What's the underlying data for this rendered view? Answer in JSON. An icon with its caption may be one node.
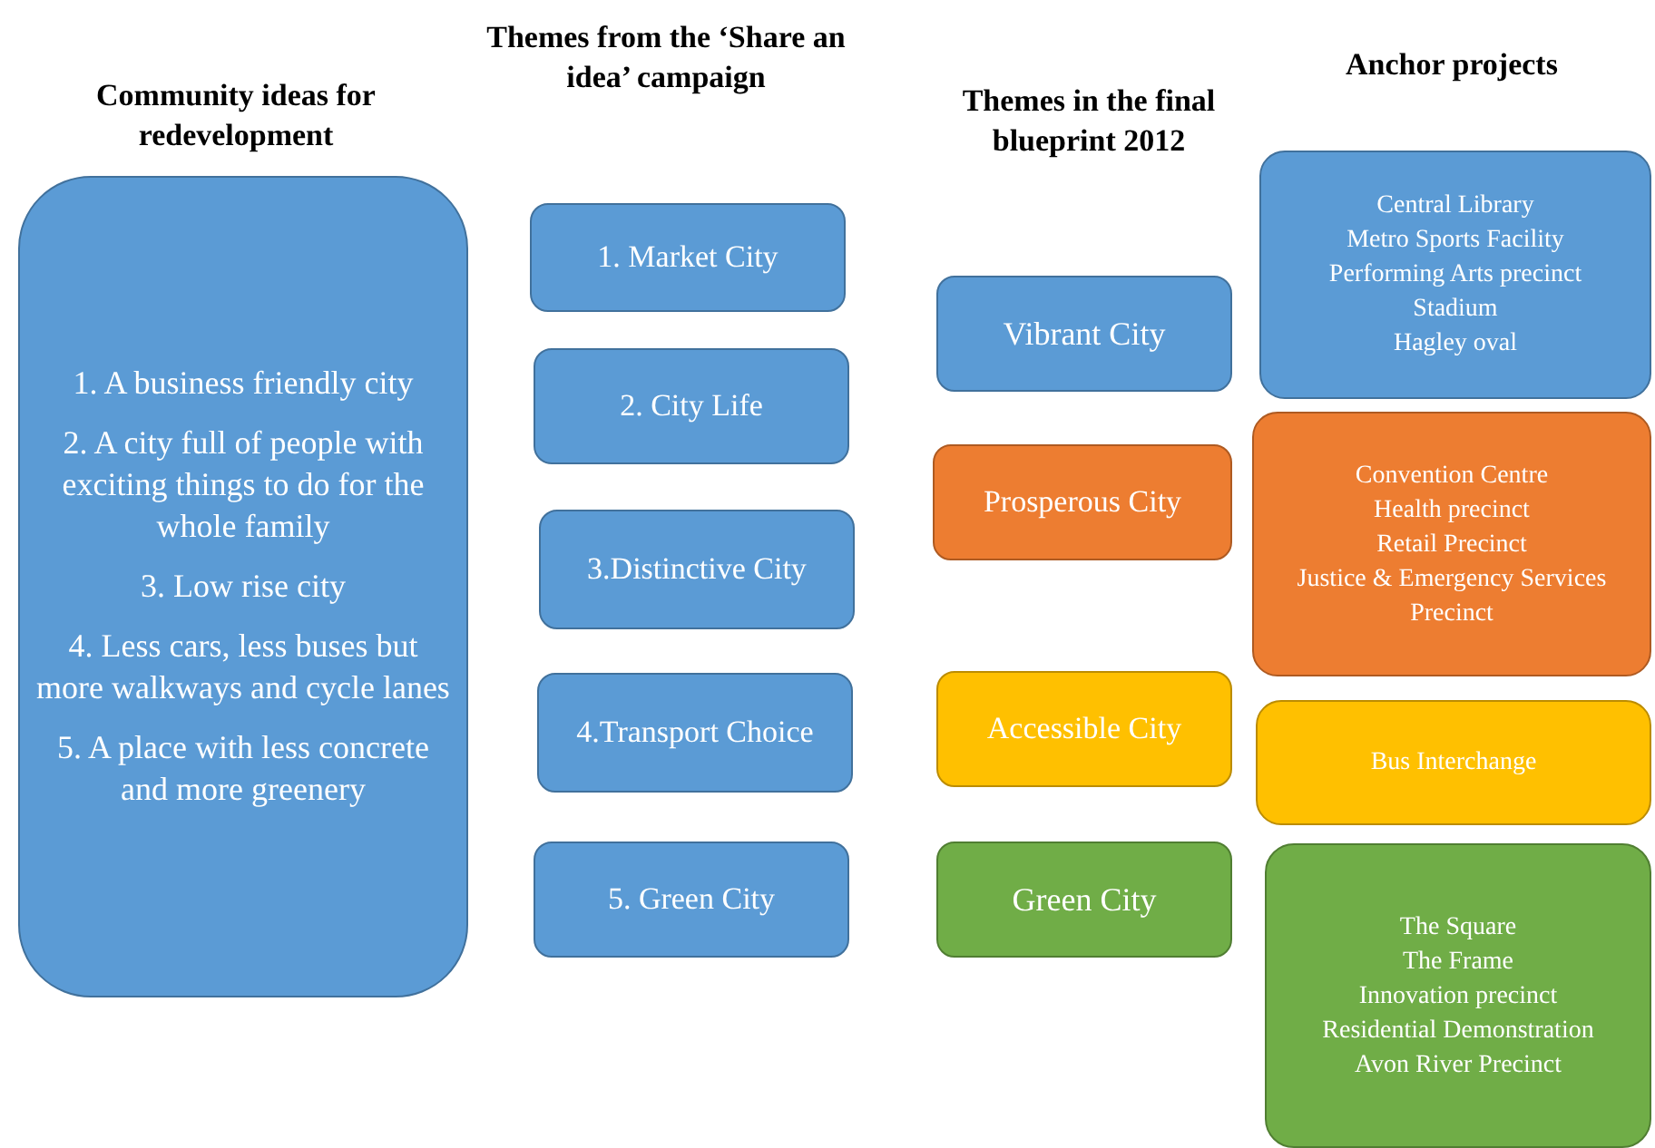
{
  "diagram": {
    "nodes": [
      {
        "text": [
          "1. A business friendly city",
          "2. A city full of people with exciting things to do for the whole family",
          "3. Low rise city",
          "4. Less cars, less buses but more walkways and cycle lanes",
          "5. A place with less concrete and more greenery"
        ]
      },
      {
        "text": [
          "1. Market City"
        ]
      },
      {
        "text": [
          "2. City Life"
        ]
      },
      {
        "text": [
          "3.Distinctive City"
        ]
      },
      {
        "text": [
          "4.Transport Choice"
        ]
      },
      {
        "text": [
          "5. Green City"
        ]
      },
      {
        "text": [
          "Vibrant City"
        ]
      },
      {
        "text": [
          "Prosperous City"
        ]
      },
      {
        "text": [
          "Accessible City"
        ]
      },
      {
        "text": [
          "Green City"
        ]
      },
      {
        "text": [
          "Central Library",
          "Metro Sports Facility",
          "Performing Arts precinct",
          "Stadium",
          "Hagley oval"
        ]
      },
      {
        "text": [
          "Convention Centre",
          "Health precinct",
          "Retail Precinct",
          "Justice & Emergency Services Precinct"
        ]
      },
      {
        "text": [
          "Bus Interchange"
        ]
      },
      {
        "text": [
          "The Square",
          "The Frame",
          "Innovation precinct",
          "Residential Demonstration",
          "Avon River Precinct"
        ]
      }
    ],
    "edges": [],
    "labels": [
      "Community ideas for redevelopment",
      "Themes from the ‘Share an idea’ campaign",
      "Themes in the final blueprint 2012",
      "Anchor projects"
    ]
  }
}
